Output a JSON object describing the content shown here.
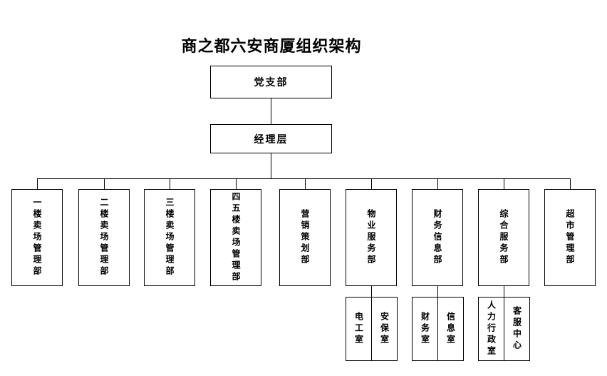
{
  "title": "商之都六安商厦组织架构",
  "colors": {
    "line": "#000000",
    "text": "#000000",
    "background": "#ffffff"
  },
  "root": {
    "label": "党支部"
  },
  "management": {
    "label": "经理层"
  },
  "departments": [
    {
      "label": "一楼卖场管理部"
    },
    {
      "label": "二楼卖场管理部"
    },
    {
      "label": "三楼卖场管理部"
    },
    {
      "label": "四五楼卖场管理部"
    },
    {
      "label": "营销策划部"
    },
    {
      "label": "物业服务部",
      "children": [
        "电工室",
        "安保室"
      ]
    },
    {
      "label": "财务信息部",
      "children": [
        "财务室",
        "信息室"
      ]
    },
    {
      "label": "综合服务部",
      "children": [
        "人力行政室",
        "客服中心"
      ]
    },
    {
      "label": "超市管理部"
    }
  ]
}
